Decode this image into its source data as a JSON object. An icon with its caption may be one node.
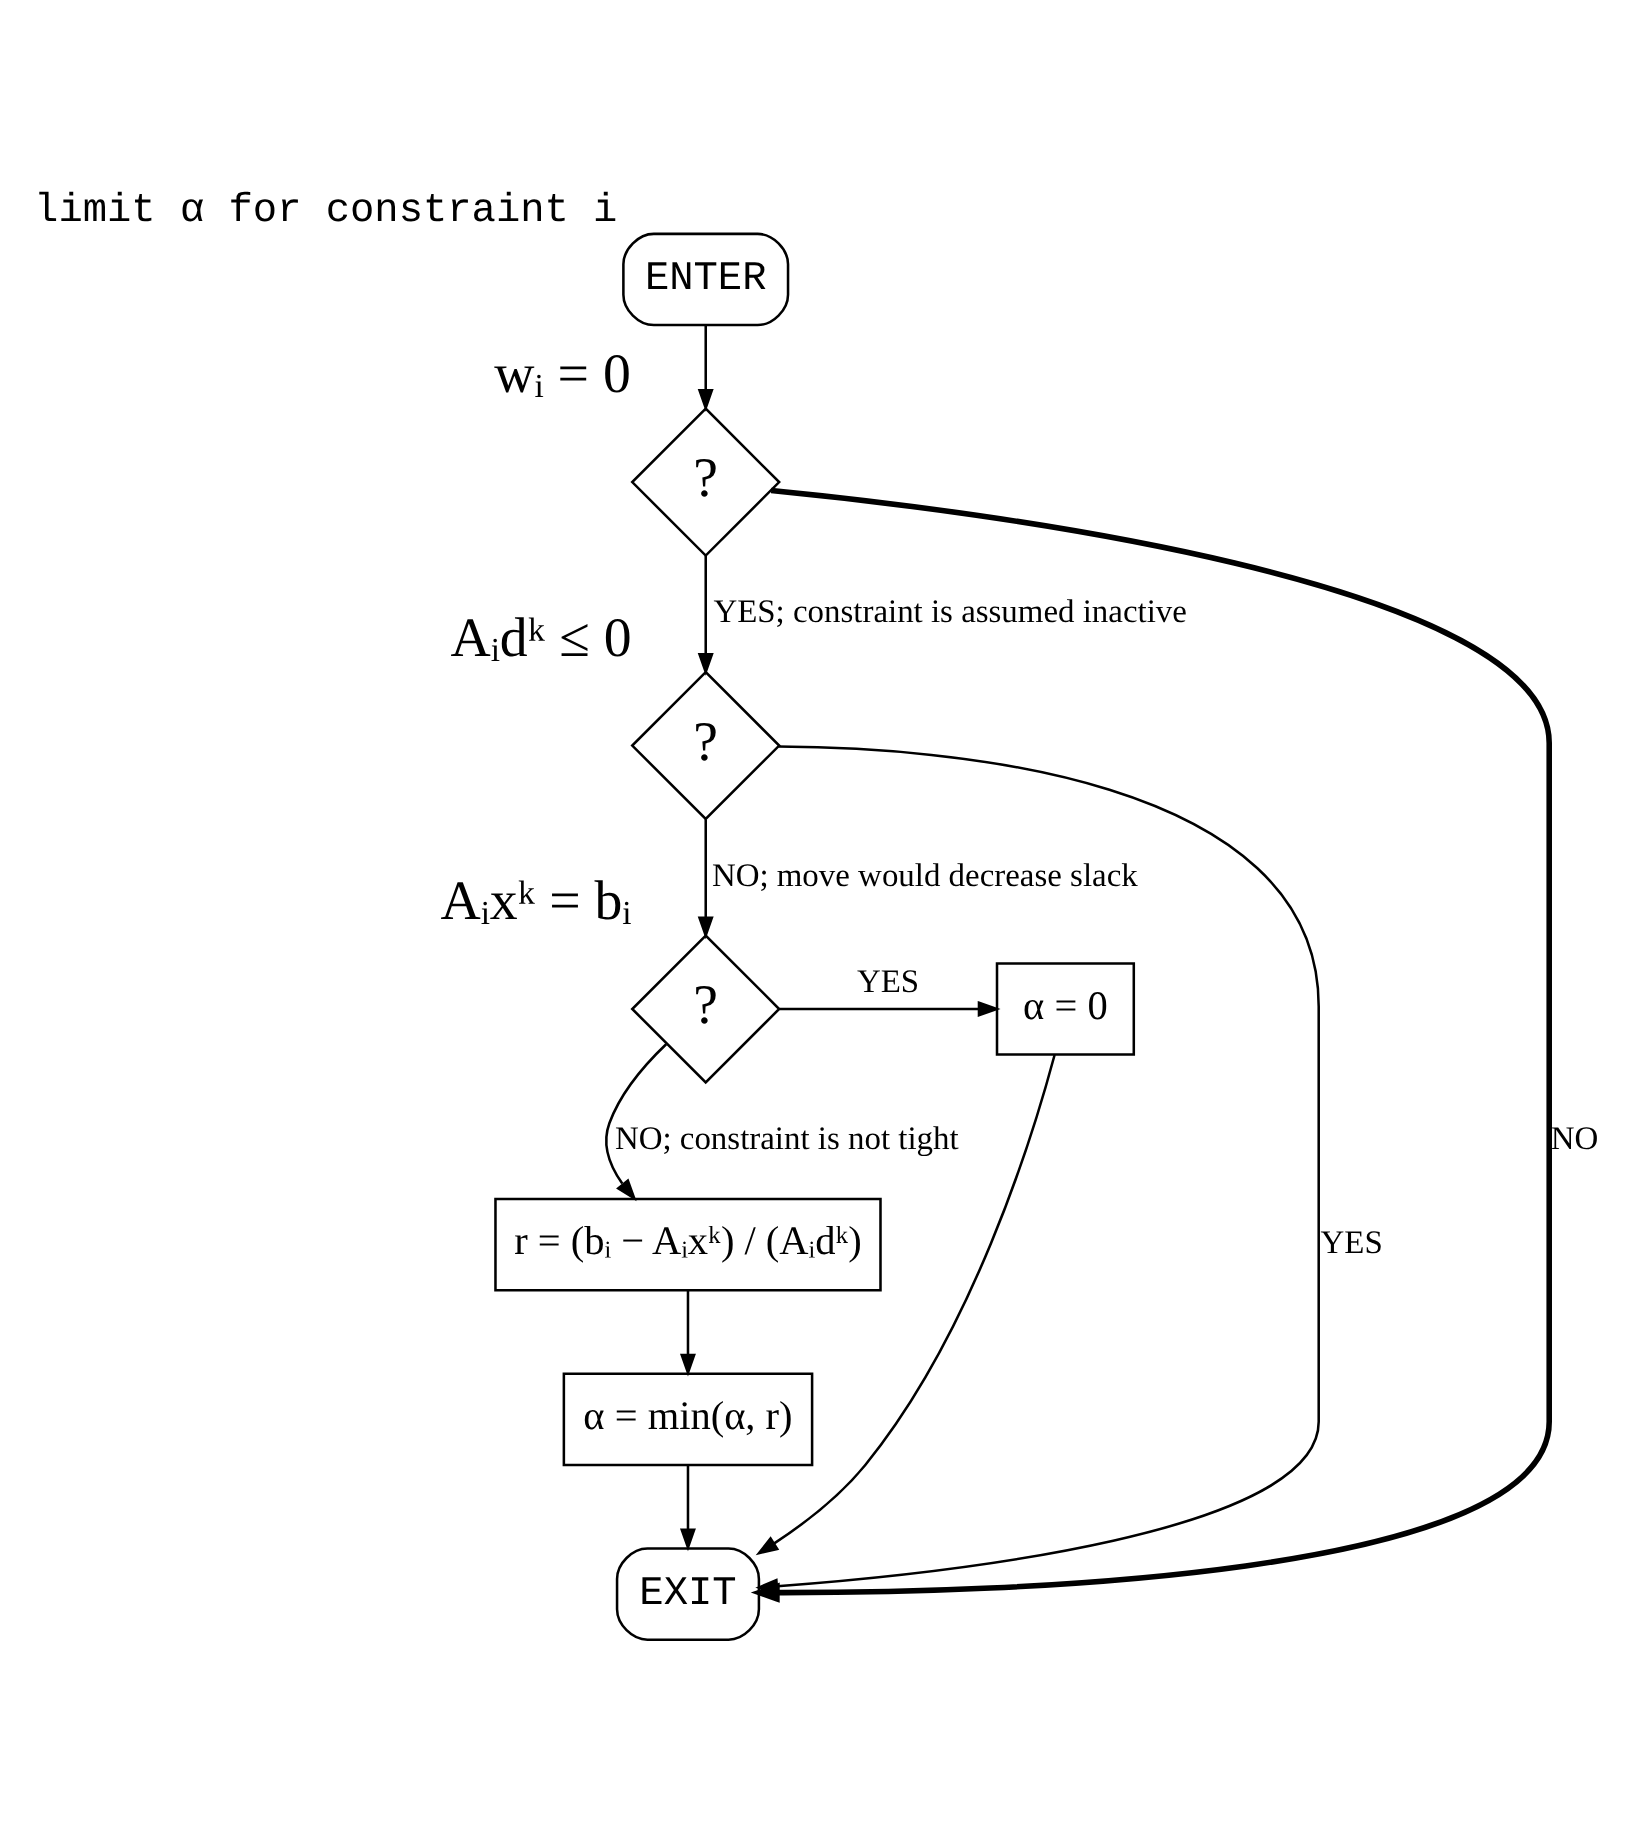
{
  "diagram": {
    "nodes": [
      {
        "text": [
          "ENTER"
        ],
        "beside": [
          "limit α for constraint i"
        ]
      },
      {
        "text": [
          "?"
        ],
        "beside": [
          "wᵢ = 0"
        ]
      },
      {
        "text": [
          "?"
        ],
        "beside": [
          "Aᵢdᵏ ≤ 0"
        ]
      },
      {
        "text": [
          "?"
        ],
        "beside": [
          "Aᵢxᵏ = bᵢ"
        ]
      },
      {
        "text": [
          "α = 0"
        ]
      },
      {
        "text": [
          "r = (bᵢ − Aᵢxᵏ) / (Aᵢdᵏ)"
        ]
      },
      {
        "text": [
          "α = min(α, r)"
        ]
      },
      {
        "text": [
          "EXIT"
        ]
      }
    ],
    "edges": [
      {
        "from": 0,
        "to": 1,
        "arrow": "to"
      },
      {
        "from": 1,
        "to": 7,
        "arrow": "to",
        "label": "NO",
        "style": "thick"
      },
      {
        "from": 1,
        "to": 2,
        "arrow": "to",
        "label": "YES; constraint is assumed inactive"
      },
      {
        "from": 2,
        "to": 7,
        "arrow": "to",
        "label": "YES"
      },
      {
        "from": 2,
        "to": 3,
        "arrow": "to",
        "label": "NO; move would decrease slack"
      },
      {
        "from": 3,
        "to": 4,
        "arrow": "to",
        "label": "YES"
      },
      {
        "from": 4,
        "to": 7,
        "arrow": "to"
      },
      {
        "from": 3,
        "to": 5,
        "arrow": "to",
        "label": "NO; constraint is not tight"
      },
      {
        "from": 5,
        "to": 6,
        "arrow": "to"
      },
      {
        "from": 6,
        "to": 7,
        "arrow": "to"
      }
    ]
  }
}
